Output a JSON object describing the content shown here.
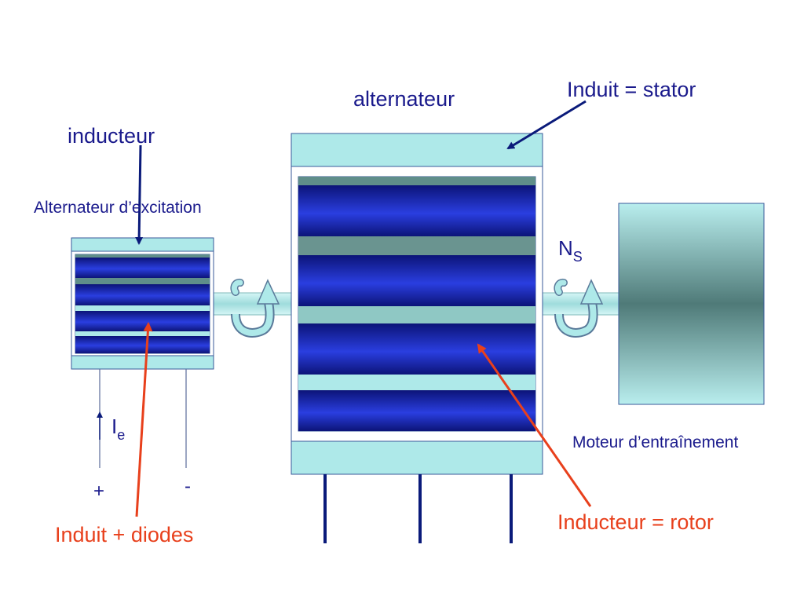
{
  "labels": {
    "alternateur": "alternateur",
    "induit_stator": "Induit = stator",
    "inducteur": "inducteur",
    "alternateur_excitation": "Alternateur d’excitation",
    "ns_main": "N",
    "ns_sub": "S",
    "ie_main": "I",
    "ie_sub": "e",
    "plus": "+",
    "minus": "-",
    "moteur": "Moteur d’entraînement",
    "inducteur_rotor": "Inducteur = rotor",
    "induit_diodes": "Induit + diodes"
  },
  "colors": {
    "text_blue": "#1a1a8c",
    "text_red": "#e8401c",
    "stator_cyan": "#aee9e9",
    "rotor_blue": "#1f2fc8",
    "rotor_gap": "#5f8e8a",
    "motor_teal": "#4f7a78",
    "arrow_navy": "#0a1a7a"
  }
}
